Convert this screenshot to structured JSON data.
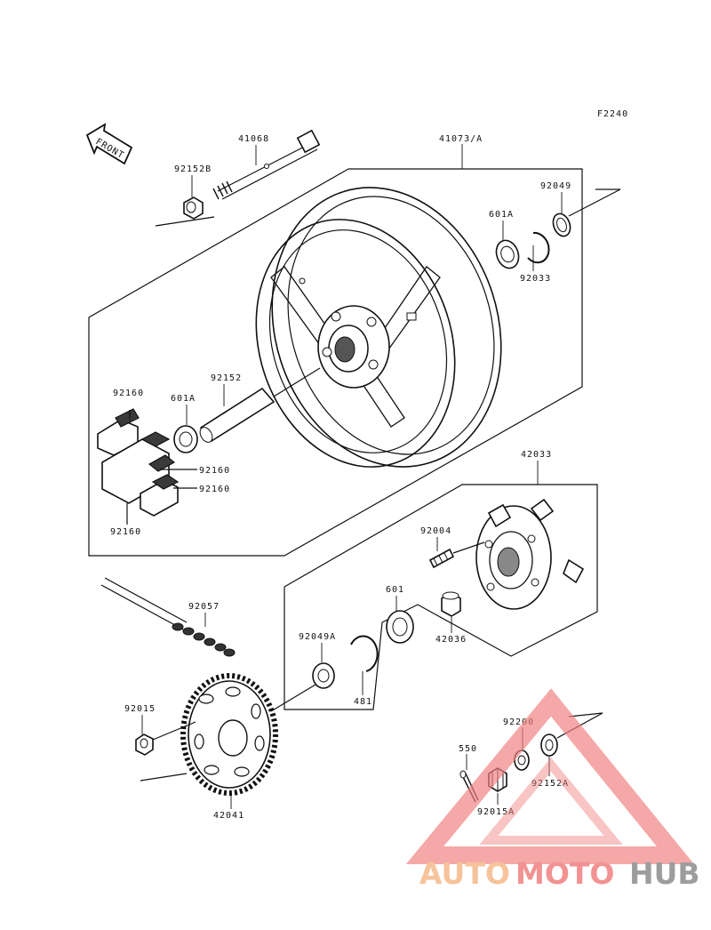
{
  "diagram": {
    "code": "F2240",
    "front_label": "FRONT",
    "parts": {
      "axle": "41068",
      "axle_nut": "92152B",
      "wheel": "41073/A",
      "oil_seal_right": "92049",
      "bearing_right": "601A",
      "circlip_right": "92033",
      "collar": "92152",
      "bearing_left": "601A",
      "damper_top": "92160",
      "damper_mid": "92160",
      "damper_low": "92160",
      "damper_bottom": "92160",
      "coupling": "42033",
      "stud": "92004",
      "chain": "92057",
      "bearing_coupling": "601",
      "coupling_collar": "42036",
      "oil_seal_left": "92049A",
      "circlip_left": "481",
      "sprocket_nut": "92015",
      "sprocket": "42041",
      "washer": "92200",
      "cotter_pin": "550",
      "axle_collar": "92152A",
      "axle_nut2": "92015A"
    }
  },
  "watermark": {
    "word_auto": "AUTO",
    "word_moto": "MOTO",
    "word_hub": "HUB",
    "color_auto": "#f5b98a",
    "color_moto": "#f08080",
    "color_hub": "#8c8c8c"
  }
}
